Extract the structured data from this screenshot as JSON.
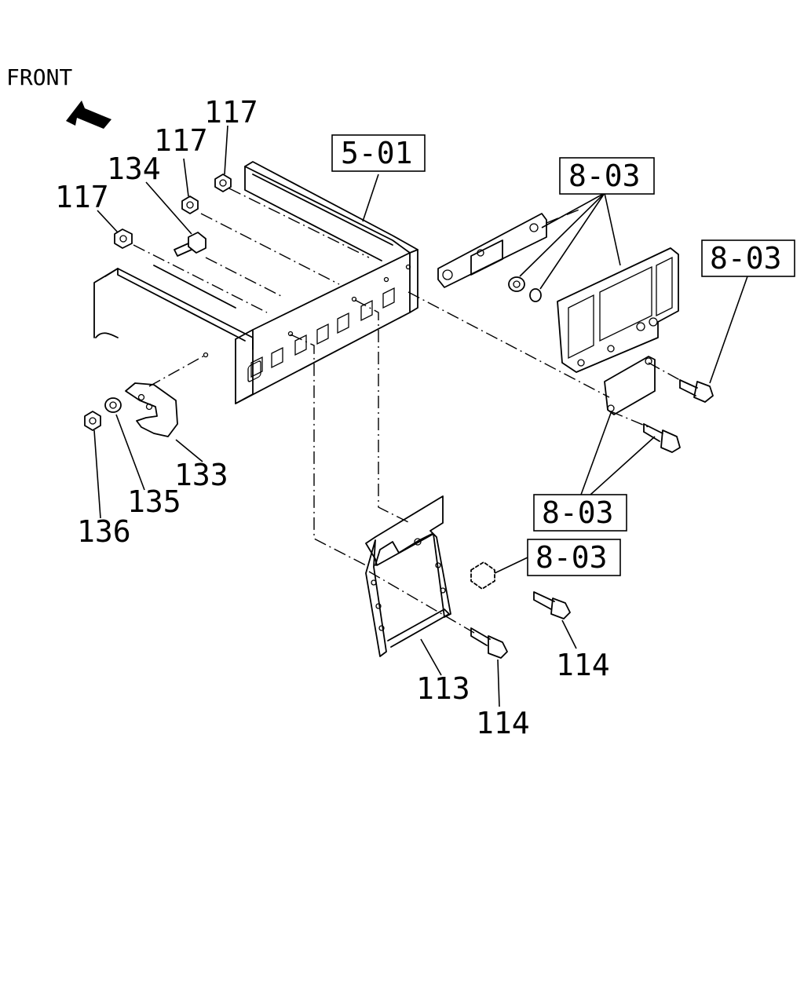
{
  "orientation": {
    "label": "FRONT",
    "arrow_icon": "front-arrow-icon"
  },
  "callouts": {
    "c117a": "117",
    "c117b": "117",
    "c117c": "117",
    "c134": "134",
    "c133": "133",
    "c135": "135",
    "c136": "136",
    "c113": "113",
    "c114a": "114",
    "c114b": "114"
  },
  "references": {
    "r501": "5-01",
    "r803a": "8-03",
    "r803b": "8-03",
    "r803c": "8-03",
    "r803d": "8-03"
  }
}
